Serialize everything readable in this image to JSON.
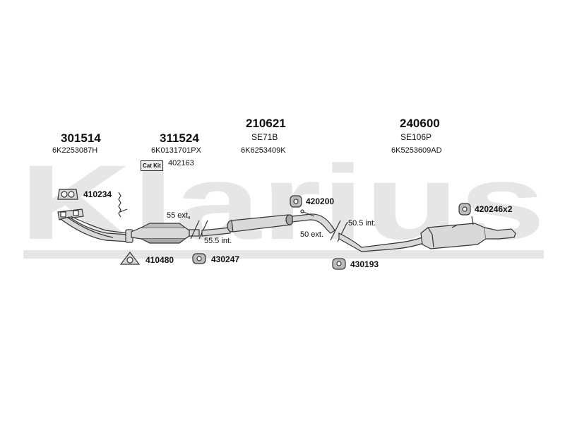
{
  "watermark": {
    "text": "Klarius",
    "color": "#e6e6e6"
  },
  "colors": {
    "line": "#333333",
    "part_fill": "#d9d9d9",
    "part_shade": "#a8a8a8"
  },
  "components": [
    {
      "part_number": "301514",
      "oe_number": "6K2253087H"
    },
    {
      "part_number": "311524",
      "oe_number": "6K0131701PX"
    },
    {
      "part_number": "210621",
      "code": "SE71B",
      "oe_number": "6K6253409K"
    },
    {
      "part_number": "240600",
      "code": "SE106P",
      "oe_number": "6K5253609AD"
    }
  ],
  "cat_kit": {
    "badge": "Cat Kit",
    "number": "402163"
  },
  "fittings": [
    {
      "number": "410234",
      "icon": "gasket-icon"
    },
    {
      "number": "410480",
      "icon": "gasket-icon"
    },
    {
      "number": "430247",
      "icon": "rubber-mount-icon"
    },
    {
      "number": "420200",
      "icon": "rubber-mount-icon"
    },
    {
      "number": "430193",
      "icon": "rubber-mount-icon"
    },
    {
      "number": "420246x2",
      "icon": "rubber-mount-icon"
    }
  ],
  "joints": [
    {
      "text": "55 ext."
    },
    {
      "text": "55.5 int."
    },
    {
      "text": "50 ext."
    },
    {
      "text": "50.5 int."
    }
  ]
}
